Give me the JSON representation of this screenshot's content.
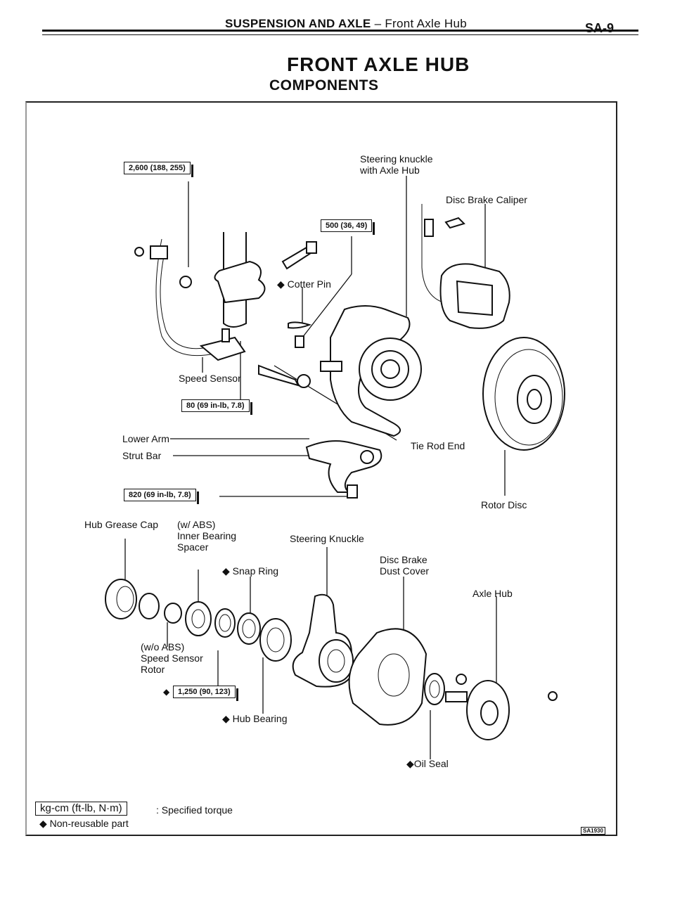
{
  "header": {
    "section": "SUSPENSION AND AXLE",
    "subsection": "– Front Axle Hub",
    "page": "SA-9"
  },
  "title": "FRONT AXLE HUB",
  "subtitle": "COMPONENTS",
  "torques": {
    "t1": "2,600 (188, 255)",
    "t2": "500 (36, 49)",
    "t3": "80 (69 in-lb, 7.8)",
    "t4": "820 (69 in-lb, 7.8)",
    "t5": "1,250 (90, 123)"
  },
  "labels": {
    "steering_knuckle_hub_1": "Steering knuckle",
    "steering_knuckle_hub_2": "with Axle Hub",
    "disc_brake_caliper": "Disc Brake Caliper",
    "cotter_pin": "◆ Cotter Pin",
    "speed_sensor": "Speed Sensor",
    "lower_arm": "Lower Arm",
    "strut_bar": "Strut Bar",
    "tie_rod_end": "Tie Rod End",
    "rotor_disc": "Rotor Disc",
    "hub_grease_cap": "Hub Grease Cap",
    "inner_bearing_1": "(w/ ABS)",
    "inner_bearing_2": "Inner Bearing",
    "inner_bearing_3": "Spacer",
    "steering_knuckle": "Steering Knuckle",
    "disc_brake_dust_1": "Disc Brake",
    "disc_brake_dust_2": "Dust Cover",
    "snap_ring": "◆ Snap Ring",
    "axle_hub": "Axle Hub",
    "speed_sensor_rotor_1": "(w/o ABS)",
    "speed_sensor_rotor_2": "Speed Sensor",
    "speed_sensor_rotor_3": "Rotor",
    "torque_diamond": "◆",
    "hub_bearing": "◆ Hub Bearing",
    "oil_seal": "◆Oil Seal"
  },
  "legend": {
    "unit": "kg-cm (ft-lb, N·m)",
    "unit_desc": ": Specified torque",
    "nonreusable": "◆ Non-reusable part"
  },
  "figure_code": "SA1930"
}
